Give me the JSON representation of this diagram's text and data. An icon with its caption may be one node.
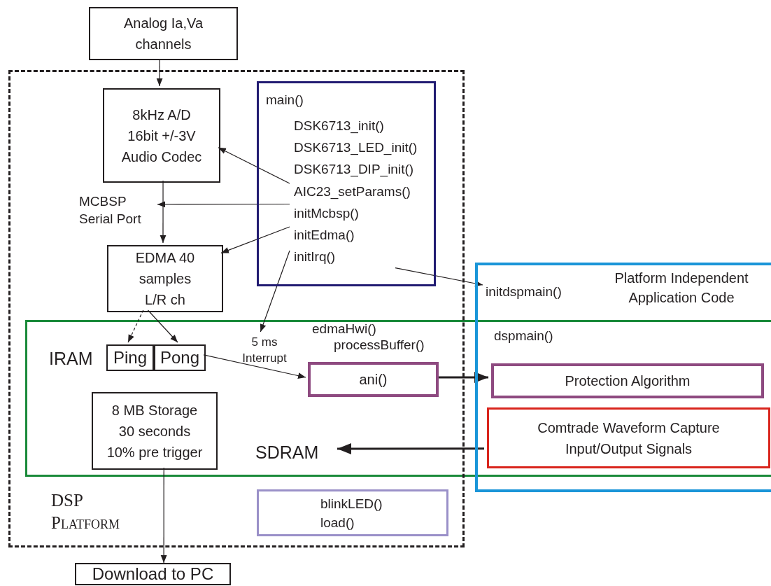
{
  "diagram": {
    "nodes": [
      {
        "text": [
          "Analog Ia,Va channels"
        ]
      },
      {
        "text": [
          "DSP Platform"
        ]
      },
      {
        "text": [
          "8kHz A/D 16bit +/-3V Audio Codec"
        ],
        "in": 1
      },
      {
        "text": [
          "main()",
          "DSK6713_init()",
          "DSK6713_LED_init()",
          "DSK6713_DIP_init()"
        ],
        "in": 1
      },
      {
        "text": [
          "AIC23_setParams()"
        ],
        "in": 3
      },
      {
        "text": [
          "initMcbsp()"
        ],
        "in": 3
      },
      {
        "text": [
          "initEdma()"
        ],
        "in": 3
      },
      {
        "text": [
          "initIrq()"
        ],
        "in": 3
      },
      {
        "text": [
          "MCBSP Serial Port"
        ],
        "in": 1
      },
      {
        "text": [
          "EDMA 40 samples L/R ch"
        ],
        "in": 1
      },
      {
        "text": [
          "Platform Independent Application Code"
        ]
      },
      {
        "text": [
          "initdspmain()"
        ],
        "in": 10
      },
      {
        "text": [
          "5 ms Interrupt"
        ],
        "in": 1
      },
      {
        "text": [
          "Ping"
        ],
        "in": 1
      },
      {
        "text": [
          "Pong"
        ],
        "in": 1
      },
      {
        "text": [
          "ani()"
        ],
        "beside": [
          "edmaHwi()",
          "processBuffer()"
        ],
        "in": 1
      },
      {
        "text": [
          "Protection Algorithm"
        ],
        "in": 10
      },
      {
        "text": [
          "Comtrade Waveform Capture Input/Output Signals"
        ],
        "in": 10
      },
      {
        "text": [
          "8 MB Storage 30 seconds 10% pre trigger"
        ],
        "in": 1
      },
      {
        "text": [
          "SDRAM"
        ],
        "in": 1
      },
      {
        "text": [
          "blinkLED()",
          "load()"
        ],
        "in": 1
      },
      {
        "text": [
          "Download to PC"
        ]
      }
    ],
    "edges": [
      {
        "from": 0,
        "to": 2,
        "arrow": "to"
      },
      {
        "from": 2,
        "to": 9,
        "arrow": "to"
      },
      {
        "from": 4,
        "to": 2,
        "arrow": "to"
      },
      {
        "from": 5,
        "to": 8,
        "arrow": "to"
      },
      {
        "from": 6,
        "to": 9,
        "arrow": "to"
      },
      {
        "from": 7,
        "to": 12,
        "arrow": "to"
      },
      {
        "from": 3,
        "to": 11,
        "arrow": "to"
      },
      {
        "from": 9,
        "to": 13,
        "arrow": "to",
        "style": "dashed"
      },
      {
        "from": 9,
        "to": 14,
        "arrow": "to"
      },
      {
        "from": 14,
        "to": 15,
        "arrow": "to"
      },
      {
        "from": 15,
        "to": 16,
        "arrow": "to",
        "style": "thick"
      },
      {
        "from": 17,
        "to": 19,
        "arrow": "to",
        "style": "thick"
      },
      {
        "from": 18,
        "to": 21,
        "arrow": "to"
      }
    ],
    "labels": [
      "IRAM",
      "dspmain()"
    ]
  }
}
